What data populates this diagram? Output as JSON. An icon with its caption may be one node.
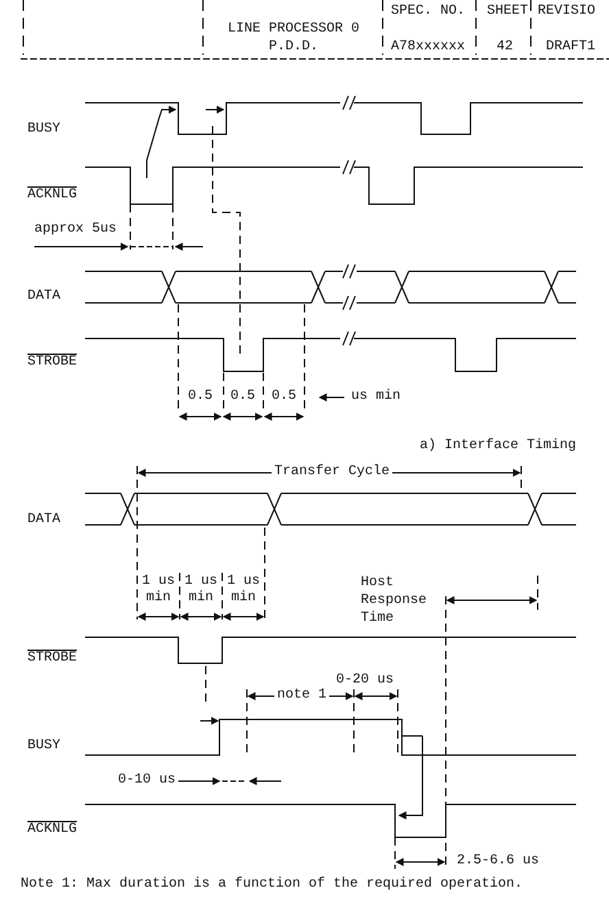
{
  "diagram": {
    "labels": [
      "SPEC. NO.",
      "SHEET",
      "REVISIO",
      "LINE PROCESSOR 0 P.D.D.",
      "A78xxxxxx",
      "42",
      "DRAFT1",
      "BUSY",
      "ACKNLG",
      "approx 5us",
      "DATA",
      "STROBE",
      "0.5",
      "0.5",
      "0.5",
      "us min",
      "a) Interface Timing",
      "Transfer Cycle",
      "DATA",
      "1 us min",
      "1 us min",
      "1 us min",
      "Host Response Time",
      "STROBE",
      "0-20 us",
      "note 1",
      "BUSY",
      "0-10 us",
      "ACKNLG",
      "2.5-6.6 us",
      "Note 1: Max duration is a function of the required operation."
    ]
  }
}
